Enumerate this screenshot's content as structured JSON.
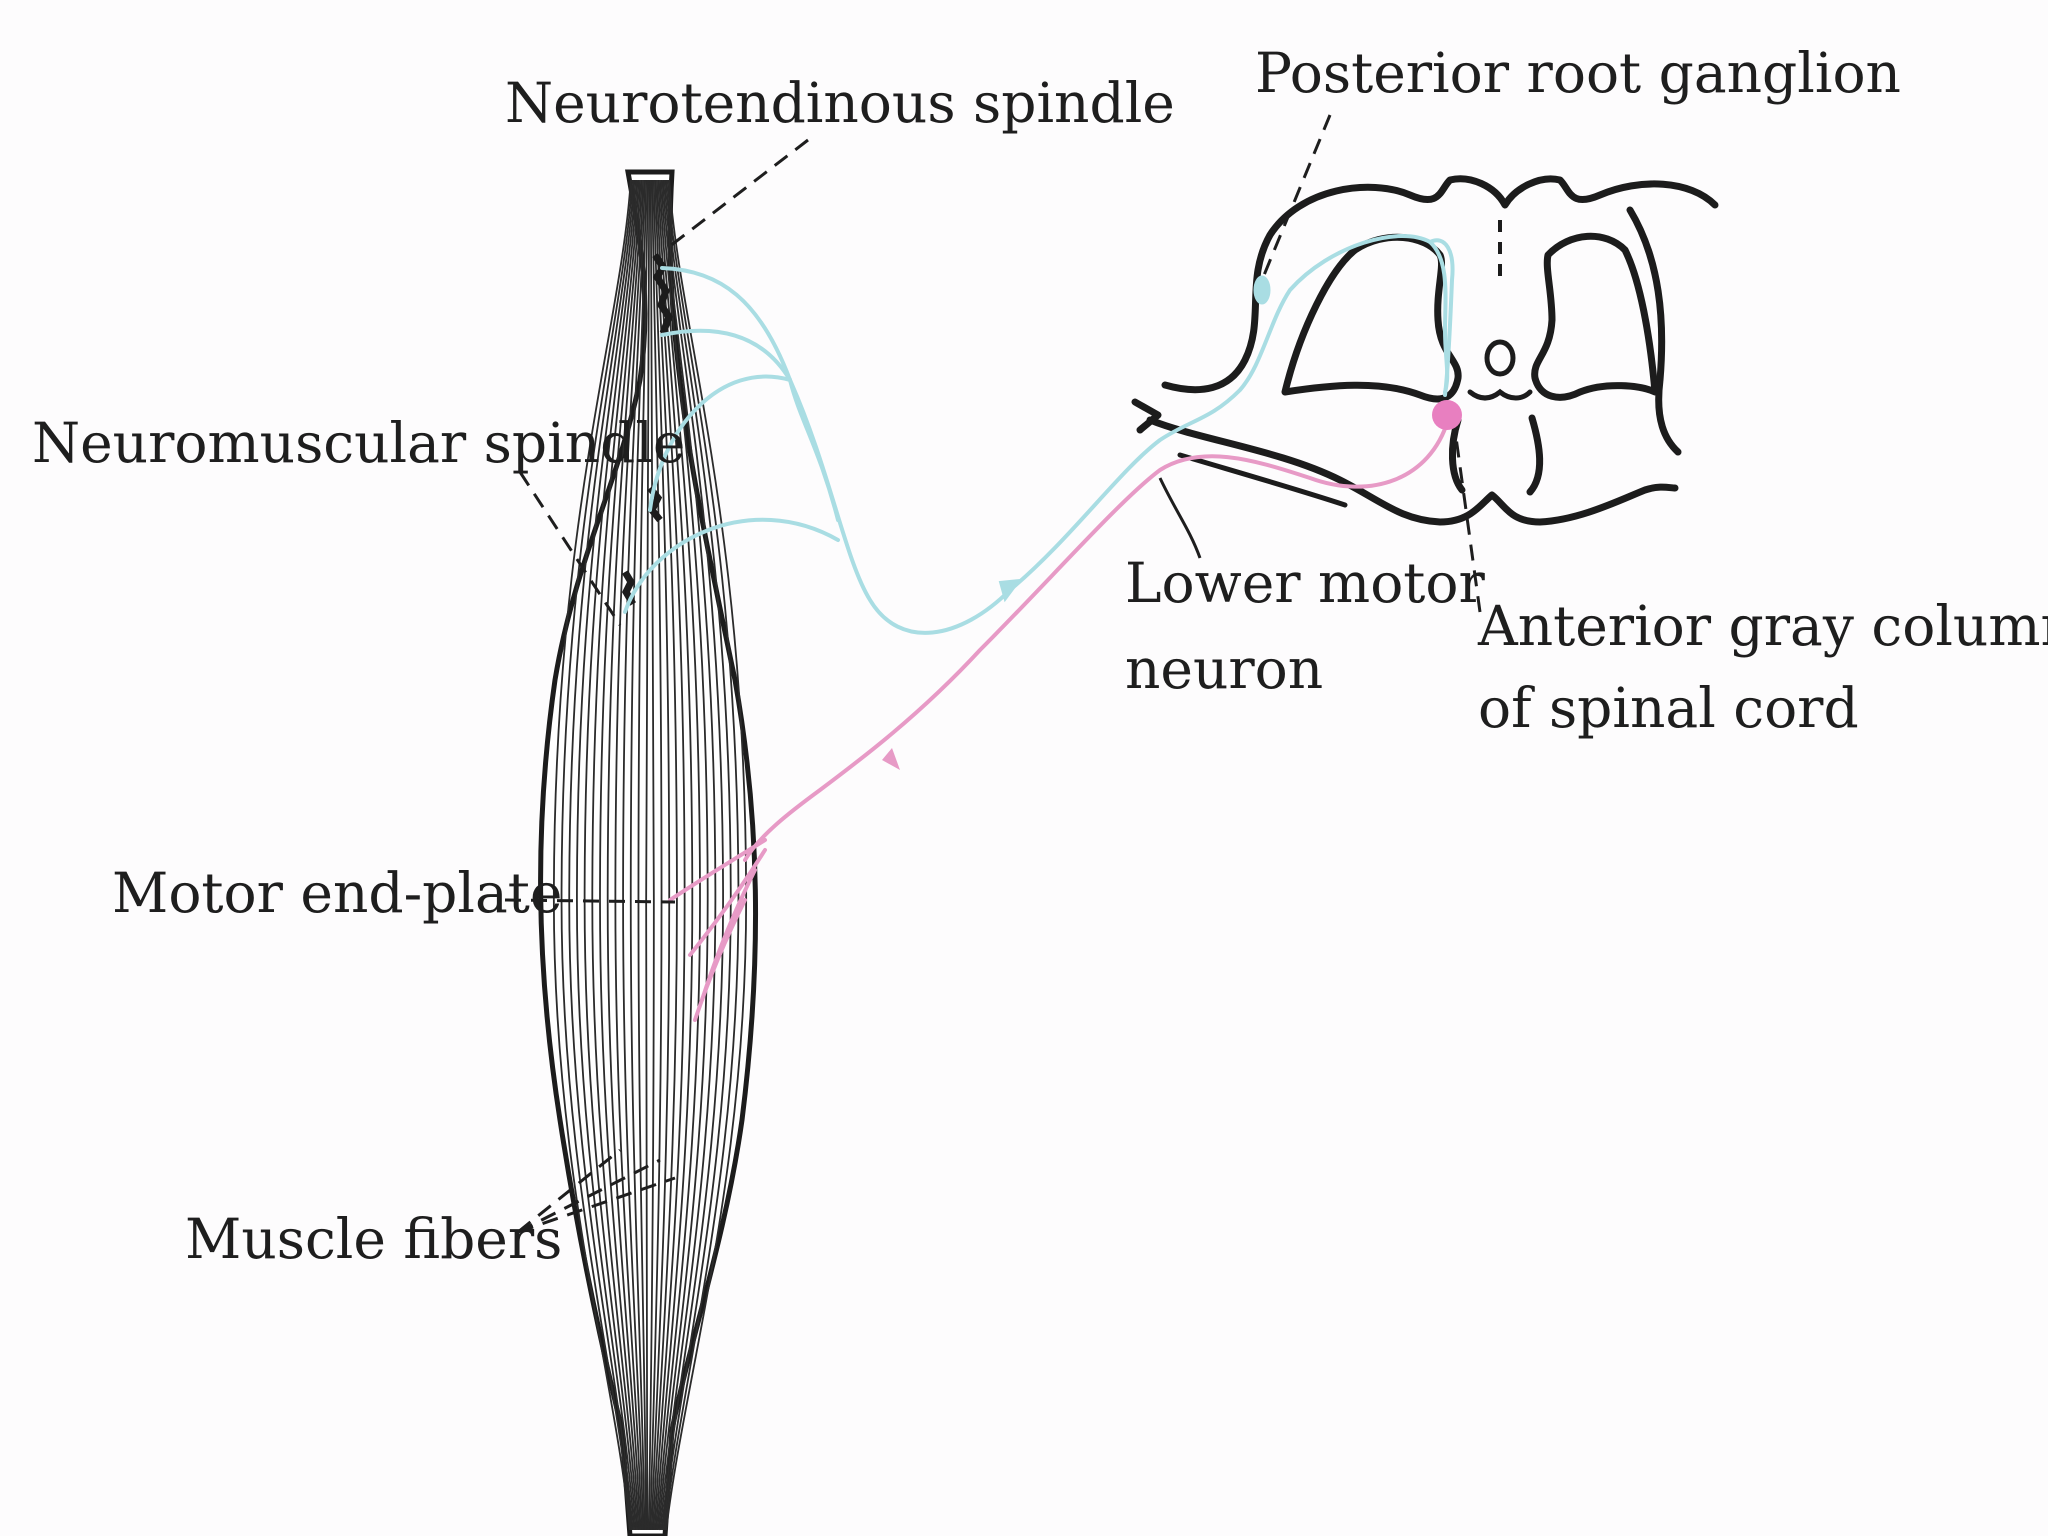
{
  "labels": {
    "neurotendinous_spindle": "Neurotendinous spindle",
    "posterior_root_ganglion": "Posterior root ganglion",
    "neuromuscular_spindle": "Neuromuscular spindle",
    "lower_motor_neuron_line1": "Lower motor",
    "lower_motor_neuron_line2": "neuron",
    "anterior_gray_column_line1": "Anterior gray column",
    "anterior_gray_column_line2": "of spinal cord",
    "motor_end_plate": "Motor end-plate",
    "muscle_fibers": "Muscle fibers"
  },
  "colors": {
    "sensory_fiber": "#a9dde3",
    "motor_fiber": "#e79ac6",
    "motor_neuron_cell_body": "#e87fc0",
    "outline": "#1c1c1c",
    "background": "#fdfcfd"
  }
}
